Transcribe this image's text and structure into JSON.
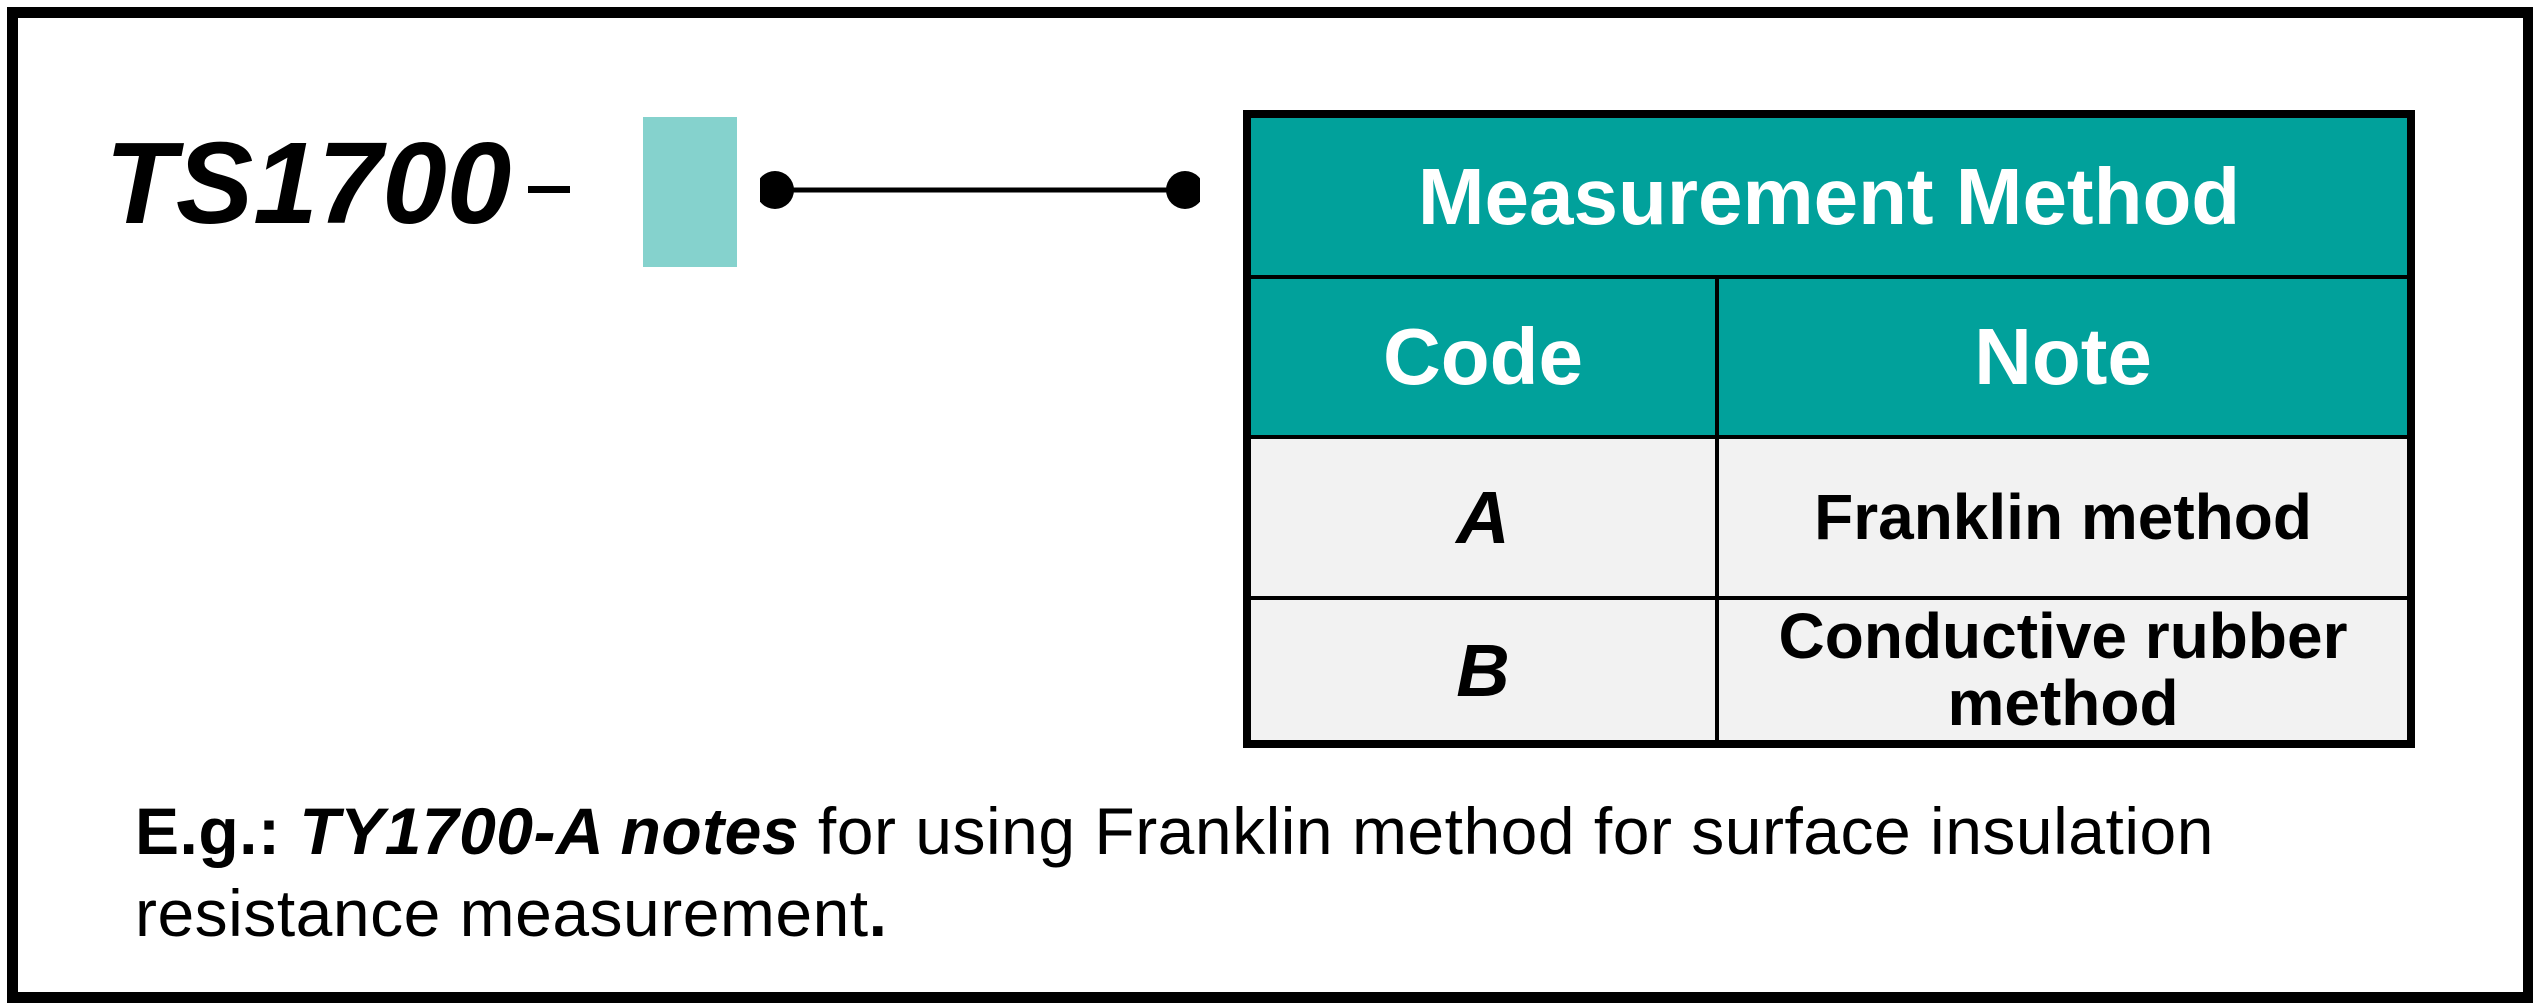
{
  "model": {
    "prefix": "TS1700",
    "separator": "–"
  },
  "colors": {
    "header_teal": "#01a19b",
    "code_box": "#85d2cd",
    "row_gray": "#f2f2f2",
    "border": "#000000"
  },
  "table": {
    "title": "Measurement Method",
    "col_code": "Code",
    "col_note": "Note",
    "rows": [
      {
        "code": "A",
        "note": "Franklin method"
      },
      {
        "code": "B",
        "note": "Conductive rubber method"
      }
    ]
  },
  "example": {
    "lead": "E.g.:",
    "part_number": "TY1700-A notes",
    "rest": " for using Franklin method for surface insulation resistance measurement",
    "end": "."
  }
}
